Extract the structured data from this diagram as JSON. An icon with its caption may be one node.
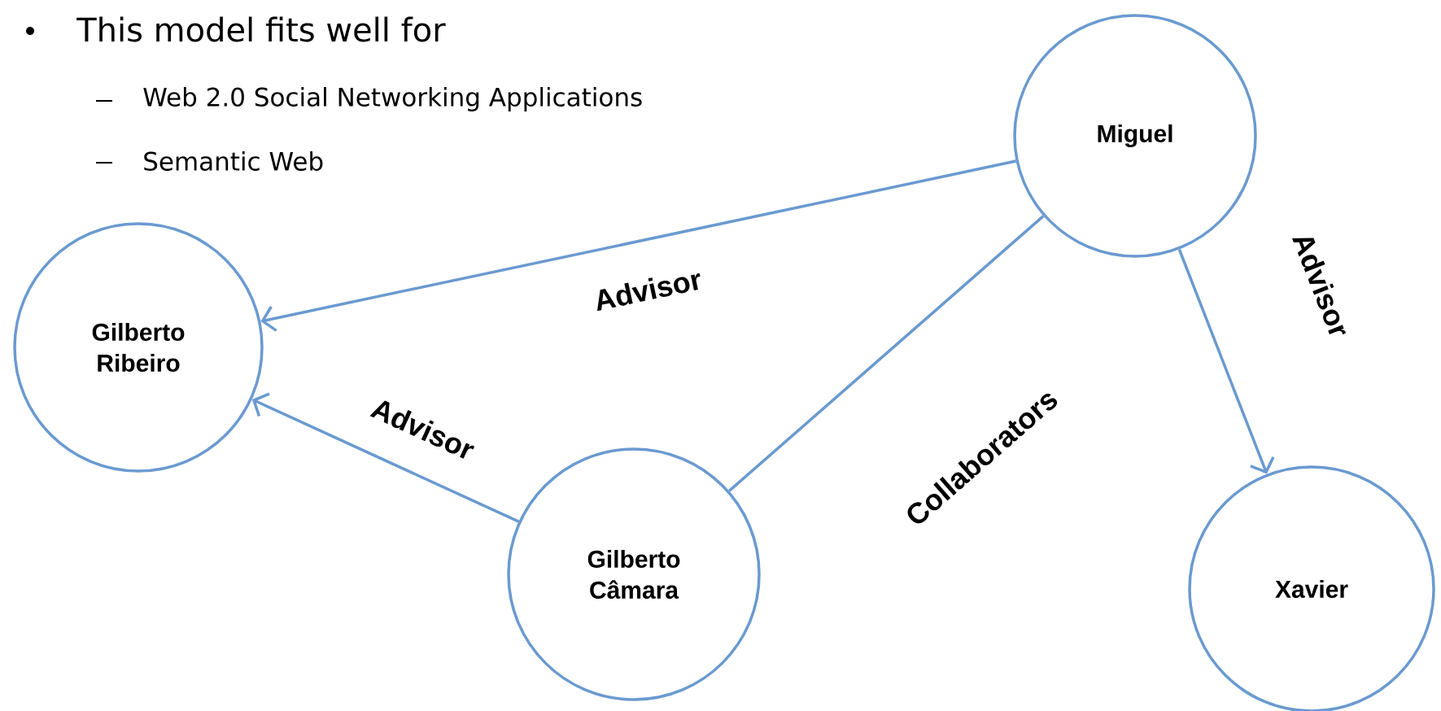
{
  "diagram": {
    "nodes": [
      {
        "text": [
          "Miguel"
        ]
      },
      {
        "text": [
          "Gilberto Ribeiro"
        ]
      },
      {
        "text": [
          "Gilberto Câmara"
        ]
      },
      {
        "text": [
          "Xavier"
        ]
      }
    ],
    "edges": [
      {
        "from": 0,
        "to": 1,
        "arrow": "to",
        "label": "Advisor"
      },
      {
        "from": 2,
        "to": 1,
        "arrow": "to",
        "label": "Advisor"
      },
      {
        "from": 2,
        "to": 0,
        "arrow": "none",
        "label": "Collaborators"
      },
      {
        "from": 0,
        "to": 3,
        "arrow": "to",
        "label": "Advisor"
      }
    ],
    "labels": [
      "This model fits well for",
      "Web 2.0 Social Networking Applications",
      "Semantic Web"
    ]
  }
}
